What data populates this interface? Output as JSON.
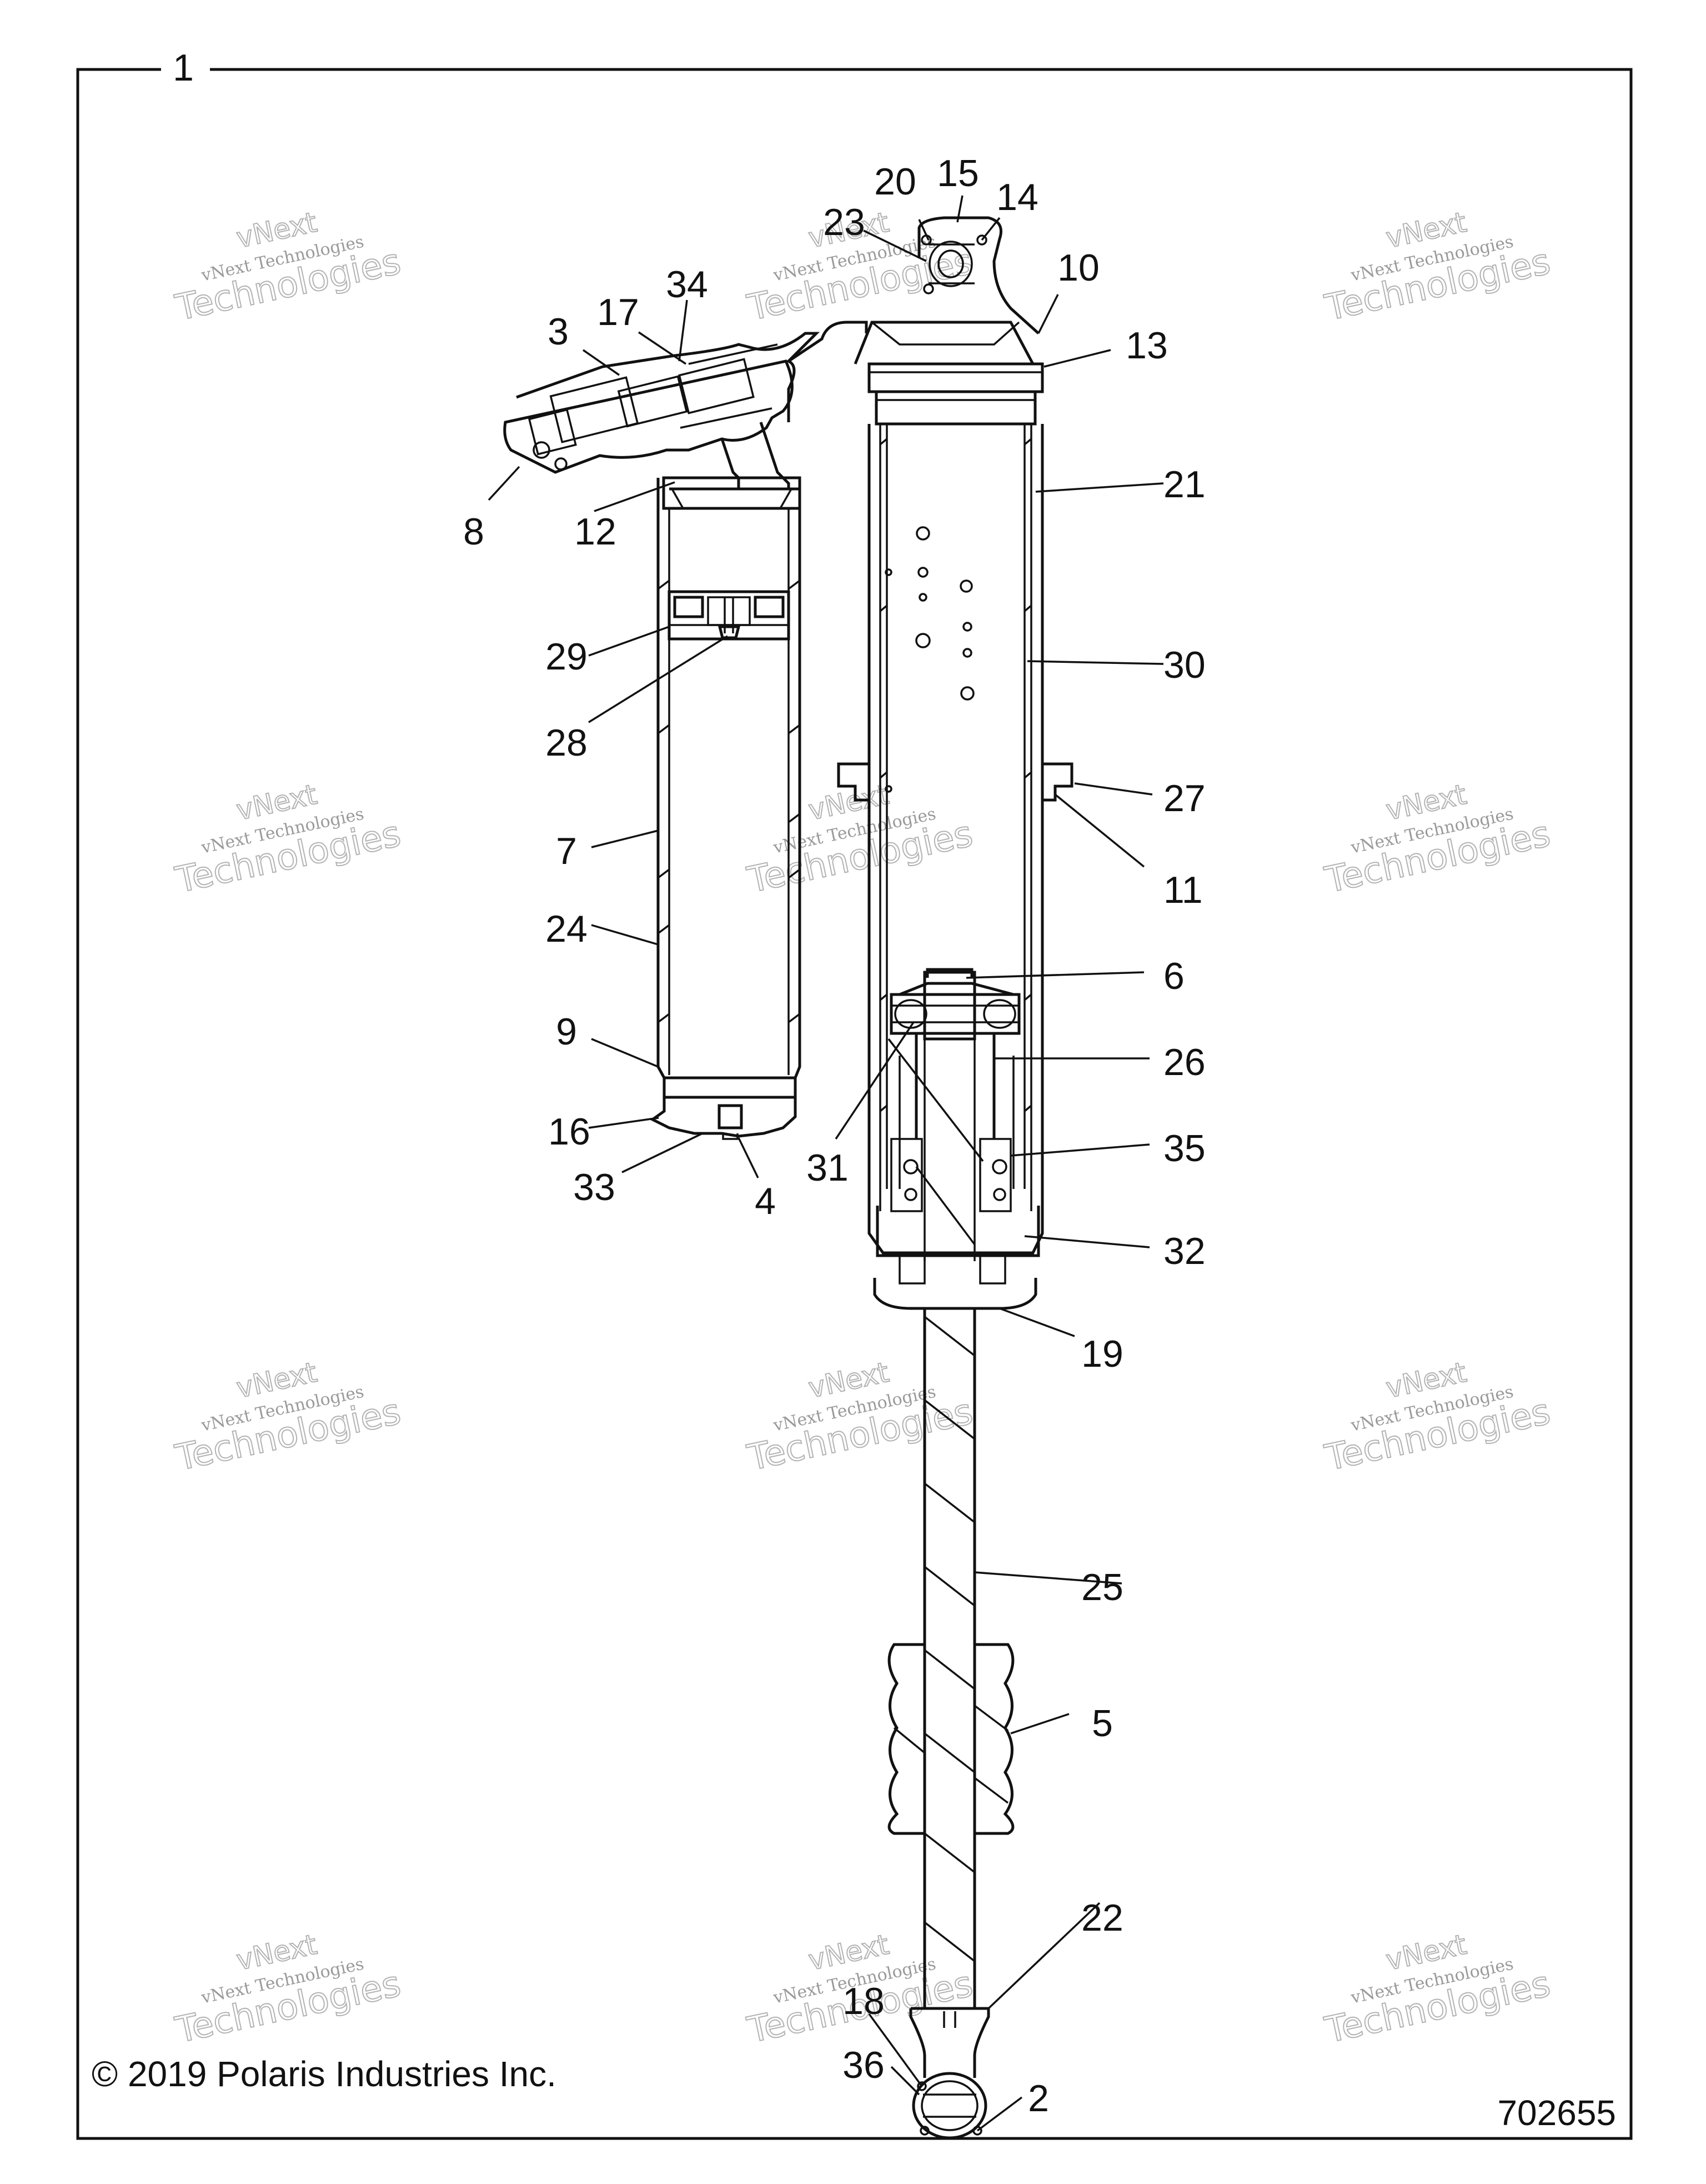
{
  "diagram": {
    "frame_label": "1",
    "callouts": [
      "20",
      "15",
      "14",
      "23",
      "10",
      "13",
      "3",
      "17",
      "34",
      "8",
      "12",
      "21",
      "30",
      "29",
      "28",
      "27",
      "11",
      "7",
      "24",
      "6",
      "9",
      "26",
      "16",
      "33",
      "4",
      "31",
      "35",
      "32",
      "19",
      "25",
      "5",
      "22",
      "18",
      "36",
      "2"
    ],
    "footer": {
      "copyright": "© 2019 Polaris Industries Inc.",
      "drawing_number": "702655"
    },
    "watermark": {
      "line1": "vNext Technologies",
      "line2": "Technologies",
      "line3": "vNext"
    },
    "colors": {
      "line": "#111111",
      "watermark": "#b3b3b3",
      "background": "#ffffff"
    }
  }
}
